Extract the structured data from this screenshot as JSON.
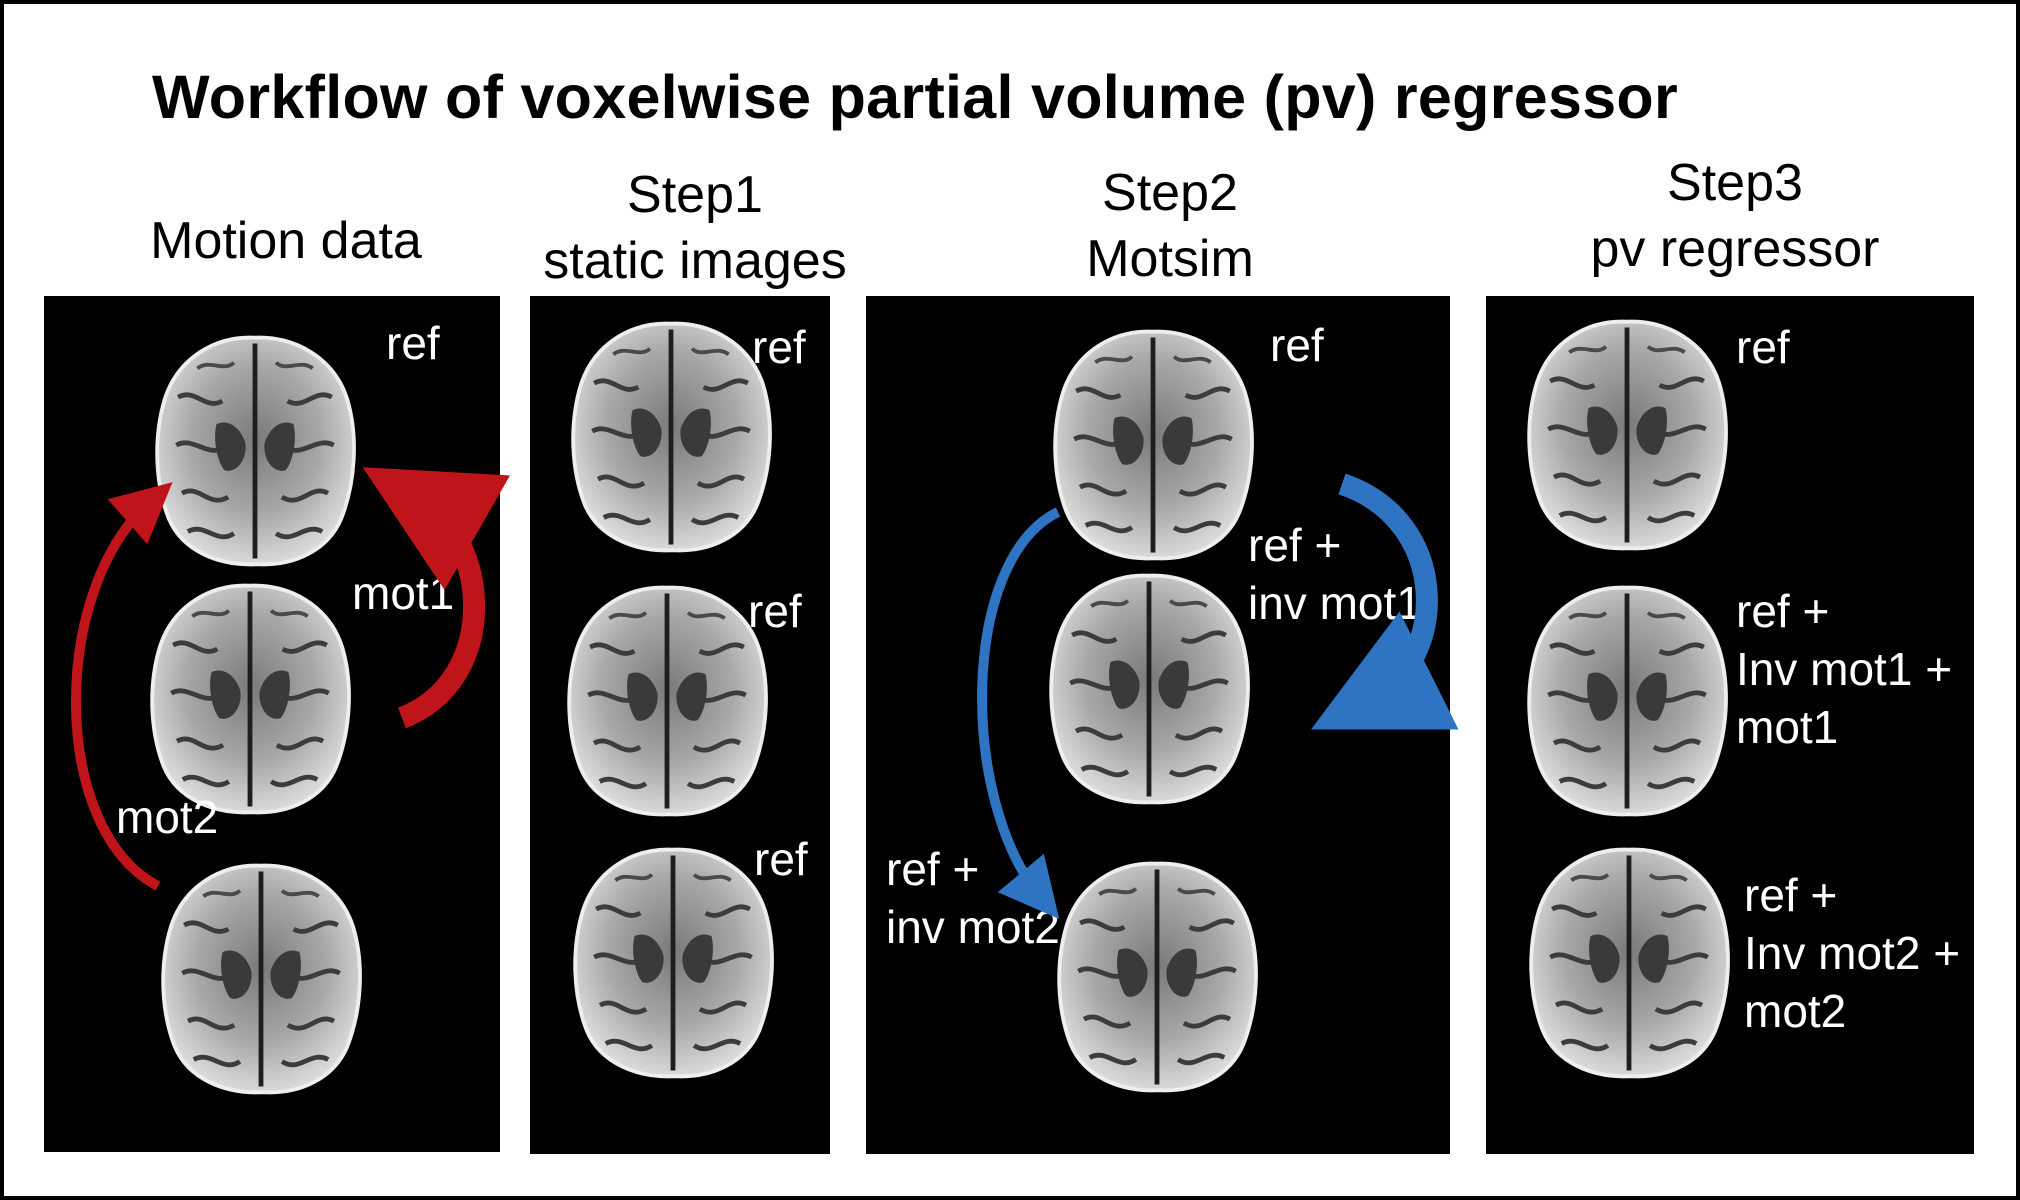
{
  "title": "Workflow of voxelwise partial volume (pv) regressor",
  "columns": [
    {
      "id": "motion",
      "heading": [
        "Motion data"
      ]
    },
    {
      "id": "step1",
      "heading": [
        "Step1",
        "static images"
      ]
    },
    {
      "id": "step2",
      "heading": [
        "Step2",
        "Motsim"
      ]
    },
    {
      "id": "step3",
      "heading": [
        "Step3",
        "pv regressor"
      ]
    }
  ],
  "motion_panel": {
    "labels": {
      "top": "ref",
      "mot1": "mot1",
      "mot2": "mot2"
    },
    "arrow_color": "#c0141b"
  },
  "step1_panel": {
    "labels": [
      "ref",
      "ref",
      "ref"
    ]
  },
  "step2_panel": {
    "labels": {
      "top": "ref",
      "mid": [
        "ref +",
        "inv mot1"
      ],
      "bottom": [
        "ref +",
        "inv mot2"
      ]
    },
    "arrow_color": "#2f74c2"
  },
  "step3_panel": {
    "labels": {
      "top": "ref",
      "mid": [
        "ref +",
        "Inv mot1 +",
        "mot1"
      ],
      "bottom": [
        "ref +",
        "Inv mot2 +",
        "mot2"
      ]
    }
  },
  "colors": {
    "panel": "#000000",
    "text_on_panel": "#ffffff",
    "brain": "#cfcfcf"
  }
}
